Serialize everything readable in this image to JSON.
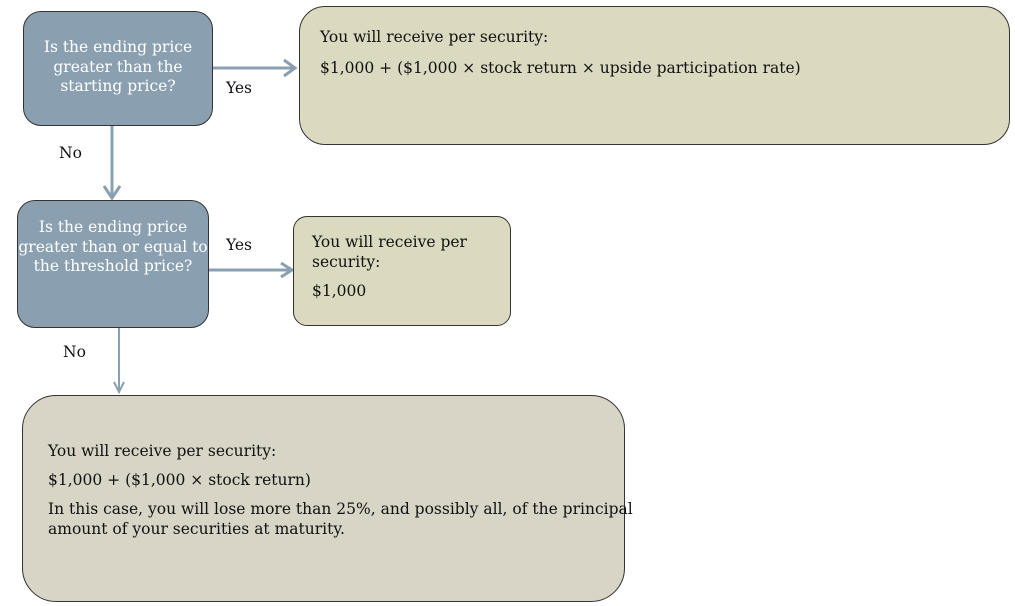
{
  "colors": {
    "question_fill": "#8aa0b0",
    "result_fill": "#dbd9bf",
    "final_fill": "#d8d4c6",
    "connector": "#8aa0b0"
  },
  "question1": {
    "lines": [
      "Is the ending price",
      "greater than the",
      "starting price?"
    ]
  },
  "question2": {
    "lines": [
      "Is the ending price",
      "greater than or equal to",
      "the threshold price?"
    ]
  },
  "labels": {
    "q1_yes": "Yes",
    "q1_no": "No",
    "q2_yes": "Yes",
    "q2_no": "No"
  },
  "result1": {
    "heading": "You will receive per security:",
    "formula": "$1,000 + ($1,000 × stock return × upside participation rate)"
  },
  "result2": {
    "heading_lines": [
      "You will receive per",
      "security:"
    ],
    "amount": "$1,000"
  },
  "result3": {
    "heading": "You will receive per security:",
    "formula": "$1,000 + ($1,000 × stock return)",
    "note_lines": [
      "In this case, you will lose more than 25%, and possibly all, of the principal",
      "amount of your securities at maturity."
    ]
  }
}
